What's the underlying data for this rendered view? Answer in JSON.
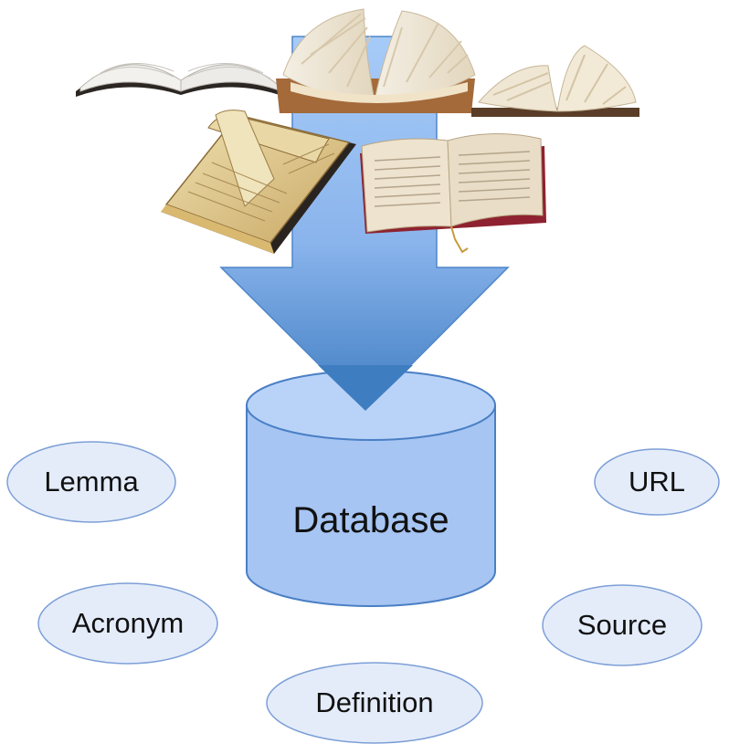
{
  "database": {
    "label": "Database"
  },
  "fields": [
    {
      "id": "lemma",
      "label": "Lemma"
    },
    {
      "id": "acronym",
      "label": "Acronym"
    },
    {
      "id": "definition",
      "label": "Definition"
    },
    {
      "id": "url",
      "label": "URL"
    },
    {
      "id": "source",
      "label": "Source"
    }
  ],
  "colors": {
    "arrow_top": "#9cc3f5",
    "arrow_bottom": "#3e7ec3",
    "cylinder_fill": "#a9c7f4",
    "cylinder_stroke": "#4a7fc4",
    "oval_fill": "#e4ecfa",
    "oval_stroke": "#7d9fd6"
  },
  "images": [
    {
      "name": "open-book-flat",
      "description": "open book lying flat"
    },
    {
      "name": "open-book-fanned",
      "description": "book with fanned-out pages"
    },
    {
      "name": "open-book-small",
      "description": "small open book with fanned pages"
    },
    {
      "name": "old-dictionary",
      "description": "thick old dictionary open"
    },
    {
      "name": "open-book-red",
      "description": "open book with red binding and ribbon"
    }
  ]
}
